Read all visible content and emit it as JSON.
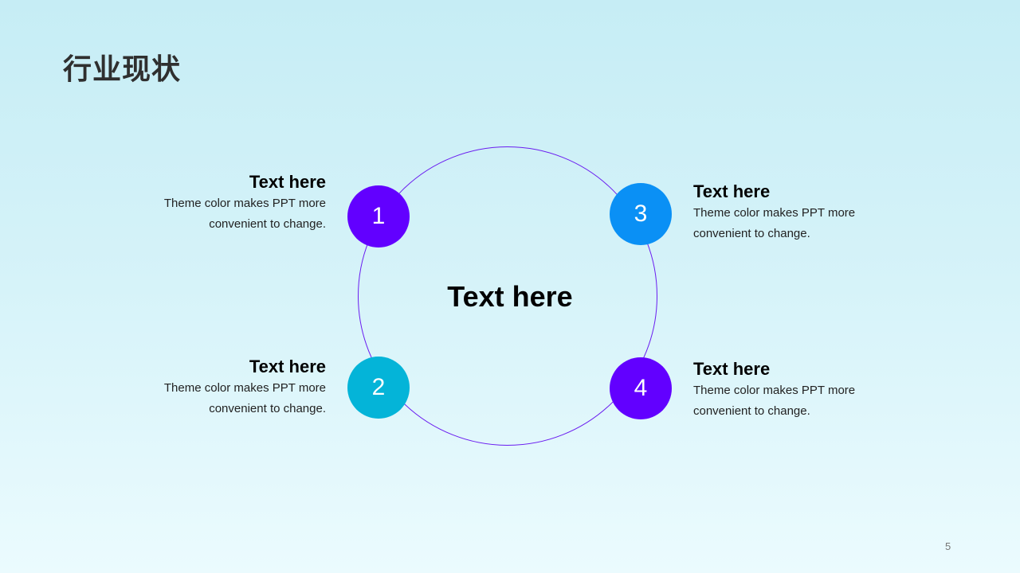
{
  "title": "行业现状",
  "center_label": "Text here",
  "colors": {
    "ring": "#6a1cf0",
    "node_purple": "#6200ff",
    "node_blue": "#0a90f5",
    "node_cyan": "#04b4d8"
  },
  "nodes": [
    {
      "number": "1",
      "title": "Text here",
      "desc_line1": "Theme color makes PPT more",
      "desc_line2": "convenient to change.",
      "color": "#6200ff"
    },
    {
      "number": "2",
      "title": "Text here",
      "desc_line1": "Theme color makes PPT more",
      "desc_line2": "convenient to change.",
      "color": "#04b4d8"
    },
    {
      "number": "3",
      "title": "Text here",
      "desc_line1": "Theme color makes PPT more",
      "desc_line2": "convenient to change.",
      "color": "#0a90f5"
    },
    {
      "number": "4",
      "title": "Text here",
      "desc_line1": "Theme color makes PPT more",
      "desc_line2": "convenient to change.",
      "color": "#6200ff"
    }
  ],
  "page_number": "5"
}
